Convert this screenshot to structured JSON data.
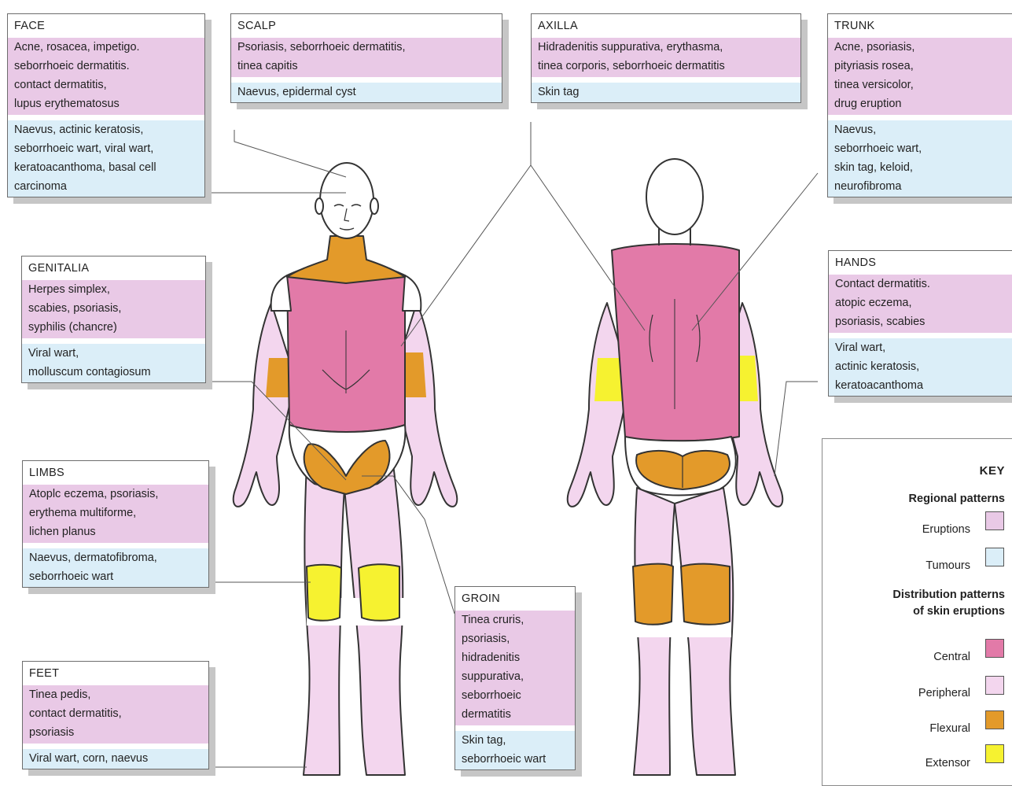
{
  "colors": {
    "eruptions": "#e9c9e6",
    "tumours": "#dbeef8",
    "central": "#e27aa8",
    "peripheral": "#f3d6ee",
    "flexural": "#e39a2a",
    "extensor": "#f6f230",
    "skin_outline": "#333333"
  },
  "boxes": {
    "face": {
      "title": "FACE",
      "eruptions": [
        "Acne, rosacea, impetigo.",
        "seborrhoeic dermatitis.",
        "contact dermatitis,",
        "lupus erythematosus"
      ],
      "tumours": [
        "Naevus, actinic keratosis,",
        "seborrhoeic wart, viral wart,",
        "keratoacanthoma, basal cell",
        "carcinoma"
      ]
    },
    "scalp": {
      "title": "SCALP",
      "eruptions": [
        "Psoriasis, seborrhoeic dermatitis,",
        "tinea capitis"
      ],
      "tumours": [
        "Naevus, epidermal cyst"
      ]
    },
    "axilla": {
      "title": "AXILLA",
      "eruptions": [
        "Hidradenitis suppurativa, erythasma,",
        "tinea corporis, seborrhoeic dermatitis"
      ],
      "tumours": [
        "Skin tag"
      ]
    },
    "trunk": {
      "title": "TRUNK",
      "eruptions": [
        "Acne, psoriasis,",
        "pityriasis rosea,",
        "tinea versicolor,",
        "drug eruption"
      ],
      "tumours": [
        "Naevus,",
        "seborrhoeic wart,",
        "skin tag, keloid,",
        "neurofibroma"
      ]
    },
    "genitalia": {
      "title": "GENITALIA",
      "eruptions": [
        "Herpes simplex,",
        "scabies, psoriasis,",
        "syphilis (chancre)"
      ],
      "tumours": [
        "Viral wart,",
        "molluscum contagiosum"
      ]
    },
    "hands": {
      "title": "HANDS",
      "eruptions": [
        "Contact dermatitis.",
        "atopic eczema,",
        "psoriasis, scabies"
      ],
      "tumours": [
        "Viral wart,",
        "actinic keratosis,",
        "keratoacanthoma"
      ]
    },
    "limbs": {
      "title": "LIMBS",
      "eruptions": [
        "Atoplc eczema, psoriasis,",
        "erythema multiforme,",
        "lichen planus"
      ],
      "tumours": [
        "Naevus, dermatofibroma,",
        "seborrhoeic wart"
      ]
    },
    "groin": {
      "title": "GROIN",
      "eruptions": [
        "Tinea cruris,",
        "psoriasis,",
        "hidradenitis",
        "suppurativa,",
        "seborrhoeic",
        "dermatitis"
      ],
      "tumours": [
        "Skin tag,",
        "seborrhoeic wart"
      ]
    },
    "feet": {
      "title": "FEET",
      "eruptions": [
        "Tinea pedis,",
        "contact dermatitis,",
        "psoriasis"
      ],
      "tumours": [
        "Viral wart, corn, naevus"
      ]
    }
  },
  "key": {
    "title": "KEY",
    "regional_heading": "Regional patterns",
    "eruptions_label": "Eruptions",
    "tumours_label": "Tumours",
    "distribution_heading_1": "Distribution patterns",
    "distribution_heading_2": "of skin eruptions",
    "central_label": "Central",
    "peripheral_label": "Peripheral",
    "flexural_label": "Flexural",
    "extensor_label": "Extensor"
  }
}
